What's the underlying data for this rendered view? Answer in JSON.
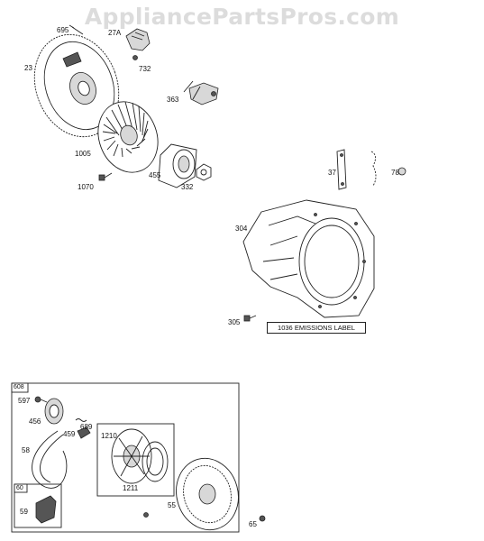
{
  "watermark": "AppliancePartsPros.com",
  "callouts": {
    "p695": "695",
    "p27a": "27A",
    "p23": "23",
    "p732": "732",
    "p363": "363",
    "p1005": "1005",
    "p455": "455",
    "p332": "332",
    "p1070": "1070",
    "p37": "37",
    "p78": "78",
    "p304": "304",
    "p305": "305",
    "p608": "608",
    "p597": "597",
    "p456": "456",
    "p689": "689",
    "p459": "459",
    "p58": "58",
    "p1210": "1210",
    "p1211": "1211",
    "p60": "60",
    "p59": "59",
    "p55": "55",
    "p65": "65"
  },
  "emissions_label": "1036 EMISSIONS LABEL"
}
